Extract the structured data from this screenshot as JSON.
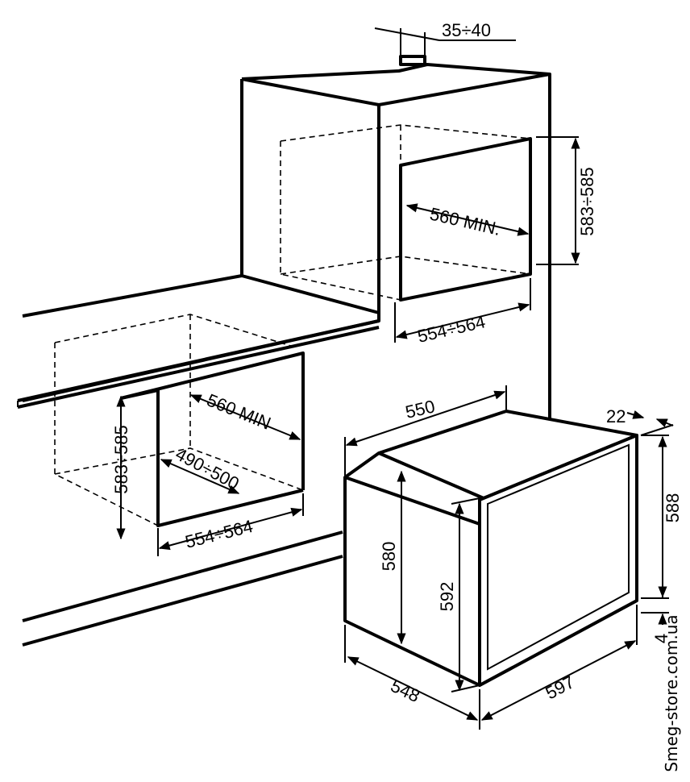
{
  "dimensions": {
    "top_gap": "35÷40",
    "column_height": "583÷585",
    "column_depth": "560 MIN.",
    "column_width": "554÷564",
    "counter_height": "583÷585",
    "counter_depth": "560 MIN",
    "counter_inner": "490÷500",
    "counter_width": "554÷564",
    "oven_depth_top": "550",
    "oven_front": "22",
    "oven_door_height": "588",
    "oven_body_height": "580",
    "oven_front_height": "592",
    "oven_side_depth": "548",
    "oven_width": "597",
    "bottom_gap": "4"
  },
  "watermark": "Smeg-store.com.ua"
}
